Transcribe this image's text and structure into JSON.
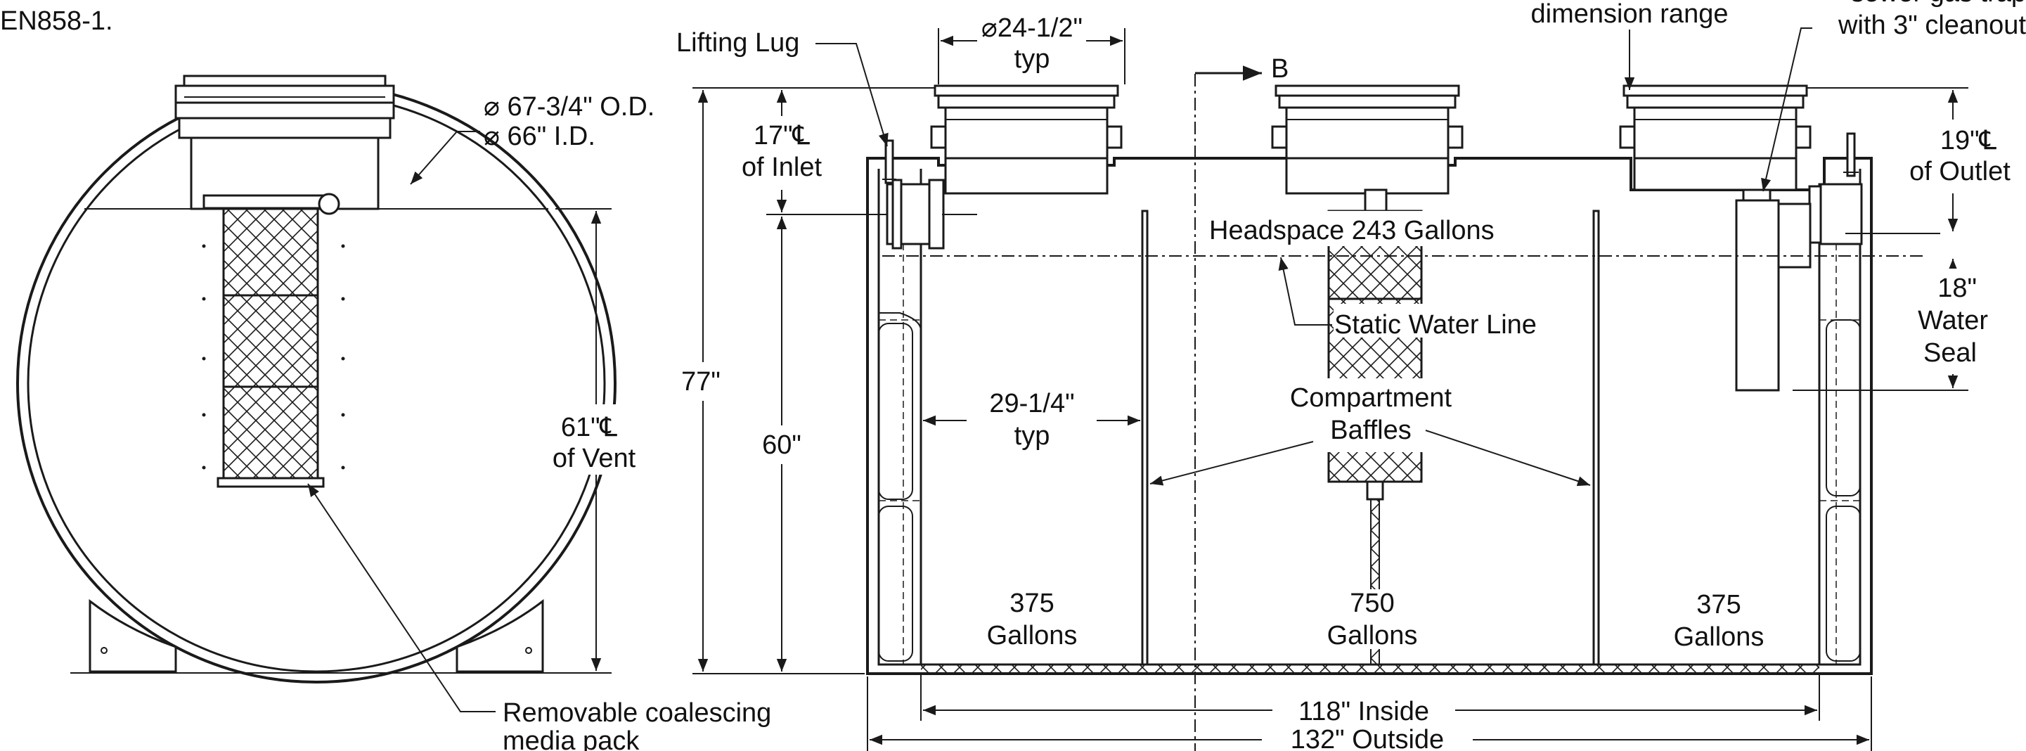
{
  "colors": {
    "line": "#1a1a1a",
    "background": "#ffffff",
    "text": "#111111"
  },
  "labels": {
    "note_fragment": "EN858-1.",
    "od": "67-3/4\" O.D.",
    "id": "66\" I.D.",
    "vent_cl_line1": "61\"",
    "vent_cl_line2": "of Vent",
    "media_line1": "Removable coalescing",
    "media_line2": "media pack",
    "overall_height": "77\"",
    "inlet_height": "60\"",
    "inlet_cl_line1": "17\"",
    "inlet_cl_line2": "of Inlet",
    "lifting_lug": "Lifting Lug",
    "manway_dia_line1": "24-1/2\"",
    "manway_dia_line2": "typ",
    "section": "B",
    "dim_range": "dimension range",
    "gas_trap_line1": "sewer gas trap",
    "gas_trap_line2": "with 3\" cleanout",
    "outlet_cl_line1": "19\"",
    "outlet_cl_line2": "of Outlet",
    "water_seal_line1": "18\"",
    "water_seal_line2": "Water",
    "water_seal_line3": "Seal",
    "headspace": "Headspace 243 Gallons",
    "static_water": "Static Water Line",
    "comp_width_line1": "29-1/4\"",
    "comp_width_line2": "typ",
    "baffles_line1": "Compartment",
    "baffles_line2": "Baffles",
    "comp1_line1": "375",
    "comp1_line2": "Gallons",
    "comp2_line1": "750",
    "comp2_line2": "Gallons",
    "comp3_line1": "375",
    "comp3_line2": "Gallons",
    "inside_length": "118\" Inside",
    "outside_length": "132\" Outside",
    "dia_symbol": "⌀",
    "cl_symbol": "℄"
  }
}
